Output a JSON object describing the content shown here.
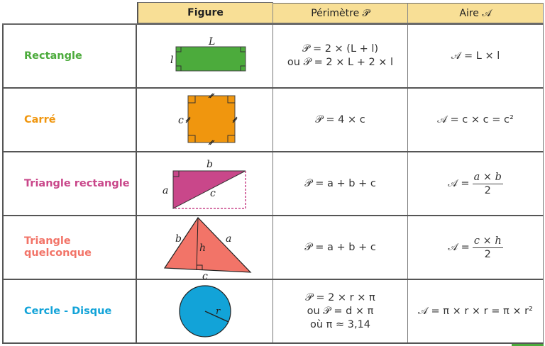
{
  "header": {
    "figure": "Figure",
    "perimetre": "Périmètre 𝒫",
    "aire": "Aire 𝒜"
  },
  "colors": {
    "header_bg": "#f8df96",
    "rectangle": "#4cab3c",
    "carre": "#f0960e",
    "triangle_rectangle": "#c9478a",
    "triangle_quelconque": "#f27468",
    "cercle": "#12a3d8"
  },
  "rows": [
    {
      "name": "Rectangle",
      "color": "#4cab3c",
      "figure_labels": {
        "long": "L",
        "short": "l"
      },
      "perimetre": [
        "𝒫 = 2 × (L + l)",
        "ou 𝒫 = 2 × L + 2 × l"
      ],
      "aire": "𝒜 = L × l"
    },
    {
      "name": "Carré",
      "color": "#f0960e",
      "figure_labels": {
        "side": "c"
      },
      "perimetre": [
        "𝒫 = 4 × c"
      ],
      "aire": "𝒜 = c × c = c²"
    },
    {
      "name": "Triangle rectangle",
      "color": "#c9478a",
      "figure_labels": {
        "a": "a",
        "b": "b",
        "c": "c"
      },
      "perimetre": [
        "𝒫 = a + b + c"
      ],
      "aire": {
        "prefix": "𝒜 =",
        "numerator": "a × b",
        "denominator": "2"
      }
    },
    {
      "name_lines": [
        "Triangle",
        "quelconque"
      ],
      "color": "#f27468",
      "figure_labels": {
        "a": "a",
        "b": "b",
        "c": "c",
        "h": "h"
      },
      "perimetre": [
        "𝒫 = a + b + c"
      ],
      "aire": {
        "prefix": "𝒜 =",
        "numerator": "c × h",
        "denominator": "2"
      }
    },
    {
      "name": "Cercle - Disque",
      "color": "#12a3d8",
      "figure_labels": {
        "r": "r"
      },
      "perimetre": [
        "𝒫 = 2 × r × π",
        "ou 𝒫 = d × π",
        "où π ≈ 3,14"
      ],
      "aire": "𝒜 = π × r × r = π × r²"
    }
  ]
}
